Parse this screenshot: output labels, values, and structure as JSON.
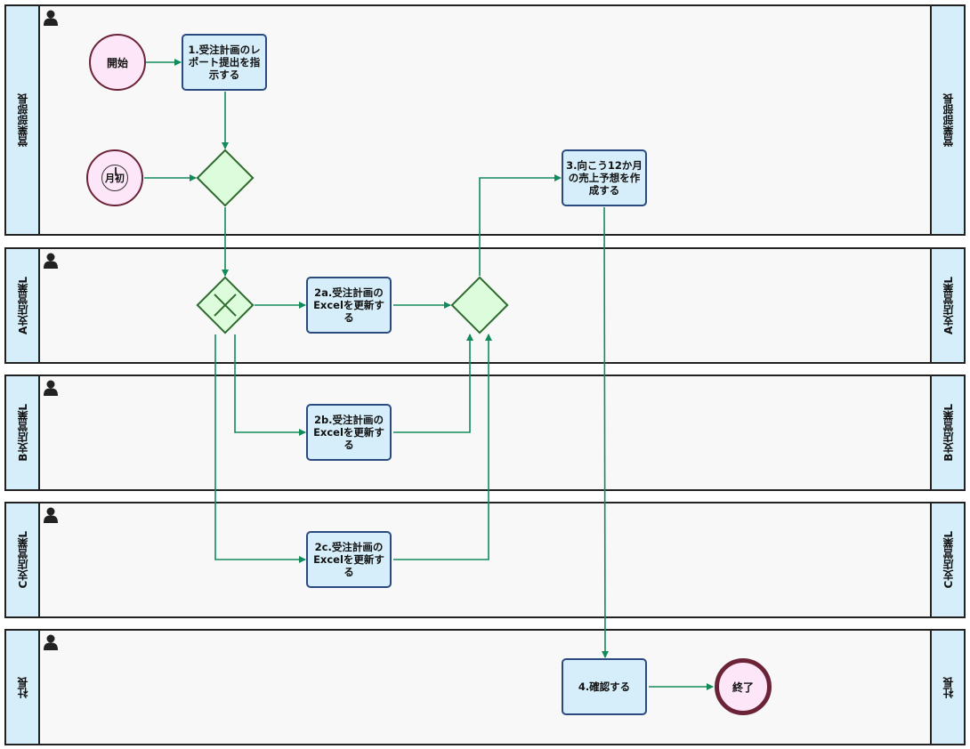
{
  "lanes": [
    {
      "label": "営業部部長"
    },
    {
      "label": "A支店営業L"
    },
    {
      "label": "B支店営業L"
    },
    {
      "label": "C支店営業L"
    },
    {
      "label": "社長"
    }
  ],
  "events": {
    "start": "開始",
    "timer": "月初",
    "end": "終了"
  },
  "tasks": {
    "t1": "1.受注計画のレポート提出を指示する",
    "t3": "3.向こう12か月の売上予想を作成する",
    "t2a": "2a.受注計画のExcelを更新する",
    "t2b": "2b.受注計画のExcelを更新する",
    "t2c": "2c.受注計画のExcelを更新する",
    "t4": "4.確認する"
  },
  "colors": {
    "lane_header": "#d6eefa",
    "task_fill": "#d6eefa",
    "task_border": "#2a4a80",
    "event_fill": "#fde6f8",
    "event_border": "#6b2437",
    "gateway_fill": "#dcfcdc",
    "gateway_border": "#2e6a2e",
    "flow": "#128a5a"
  }
}
